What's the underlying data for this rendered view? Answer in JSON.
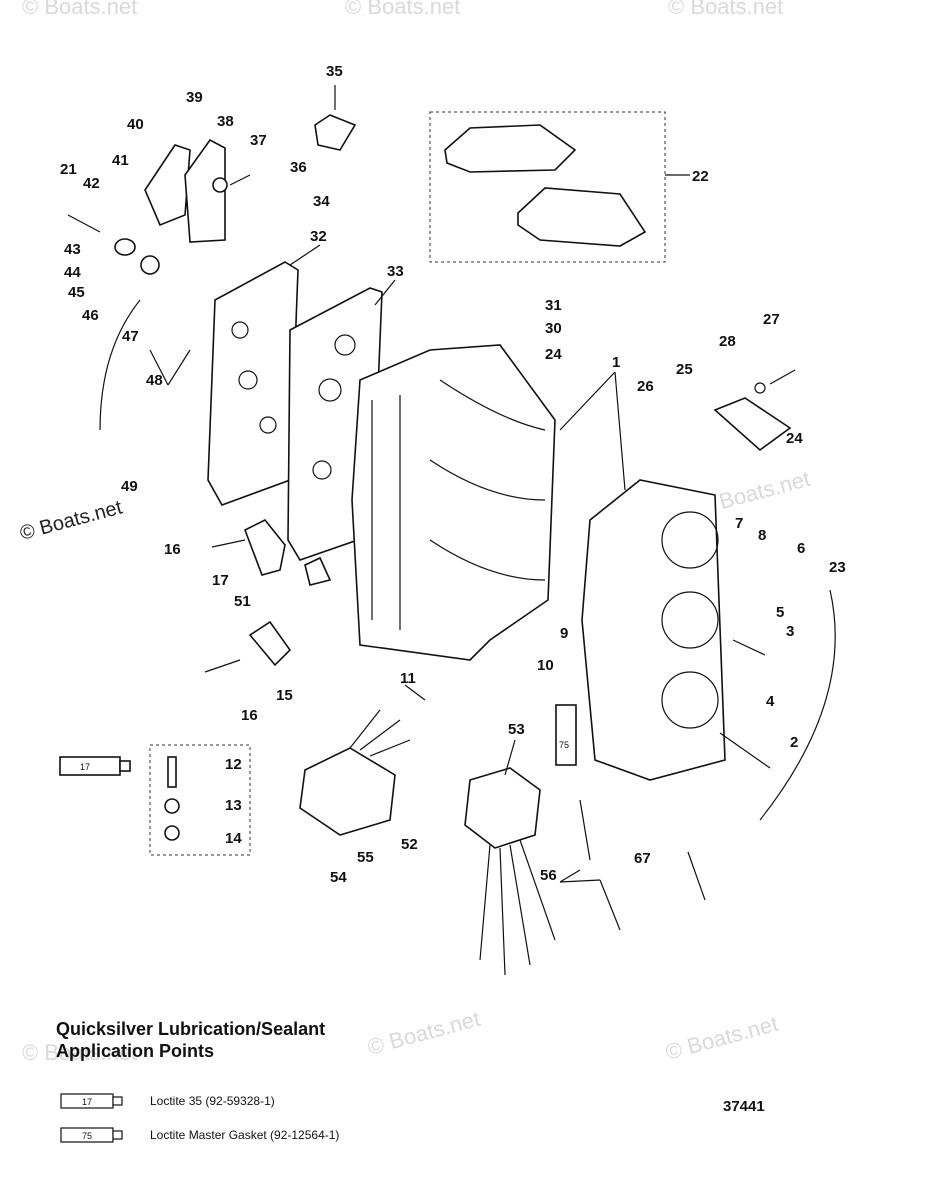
{
  "watermarks": [
    "© Boats.net",
    "© Boats.net",
    "© Boats.net",
    "© Boats.net",
    "© Boats.net",
    "© Boats.net",
    "© Boats.net",
    "© Boats.net"
  ],
  "legend": {
    "title_line1": "Quicksilver Lubrication/Sealant",
    "title_line2": "Application Points",
    "items": [
      {
        "code": "17",
        "text": "Loctite 35 (92-59328-1)"
      },
      {
        "code": "75",
        "text": "Loctite Master Gasket (92-12564-1)"
      }
    ]
  },
  "diagram_number": "37441",
  "callouts": {
    "n1": "1",
    "n2": "2",
    "n3": "3",
    "n4": "4",
    "n5": "5",
    "n6": "6",
    "n7": "7",
    "n8": "8",
    "n9": "9",
    "n10": "10",
    "n11": "11",
    "n12": "12",
    "n13": "13",
    "n14": "14",
    "n15": "15",
    "n16a": "16",
    "n16b": "16",
    "n17": "17",
    "n21": "21",
    "n22": "22",
    "n23": "23",
    "n24a": "24",
    "n24b": "24",
    "n25": "25",
    "n26": "26",
    "n27": "27",
    "n28": "28",
    "n30": "30",
    "n31": "31",
    "n32": "32",
    "n33": "33",
    "n34": "34",
    "n35": "35",
    "n36": "36",
    "n37": "37",
    "n38": "38",
    "n39": "39",
    "n40": "40",
    "n41": "41",
    "n42": "42",
    "n43": "43",
    "n44": "44",
    "n45": "45",
    "n46": "46",
    "n47": "47",
    "n48": "48",
    "n49": "49",
    "n51": "51",
    "n52": "52",
    "n53": "53",
    "n54": "54",
    "n55": "55",
    "n56": "56",
    "n67": "67"
  },
  "tube_labels": {
    "t17": "17",
    "t75": "75"
  }
}
